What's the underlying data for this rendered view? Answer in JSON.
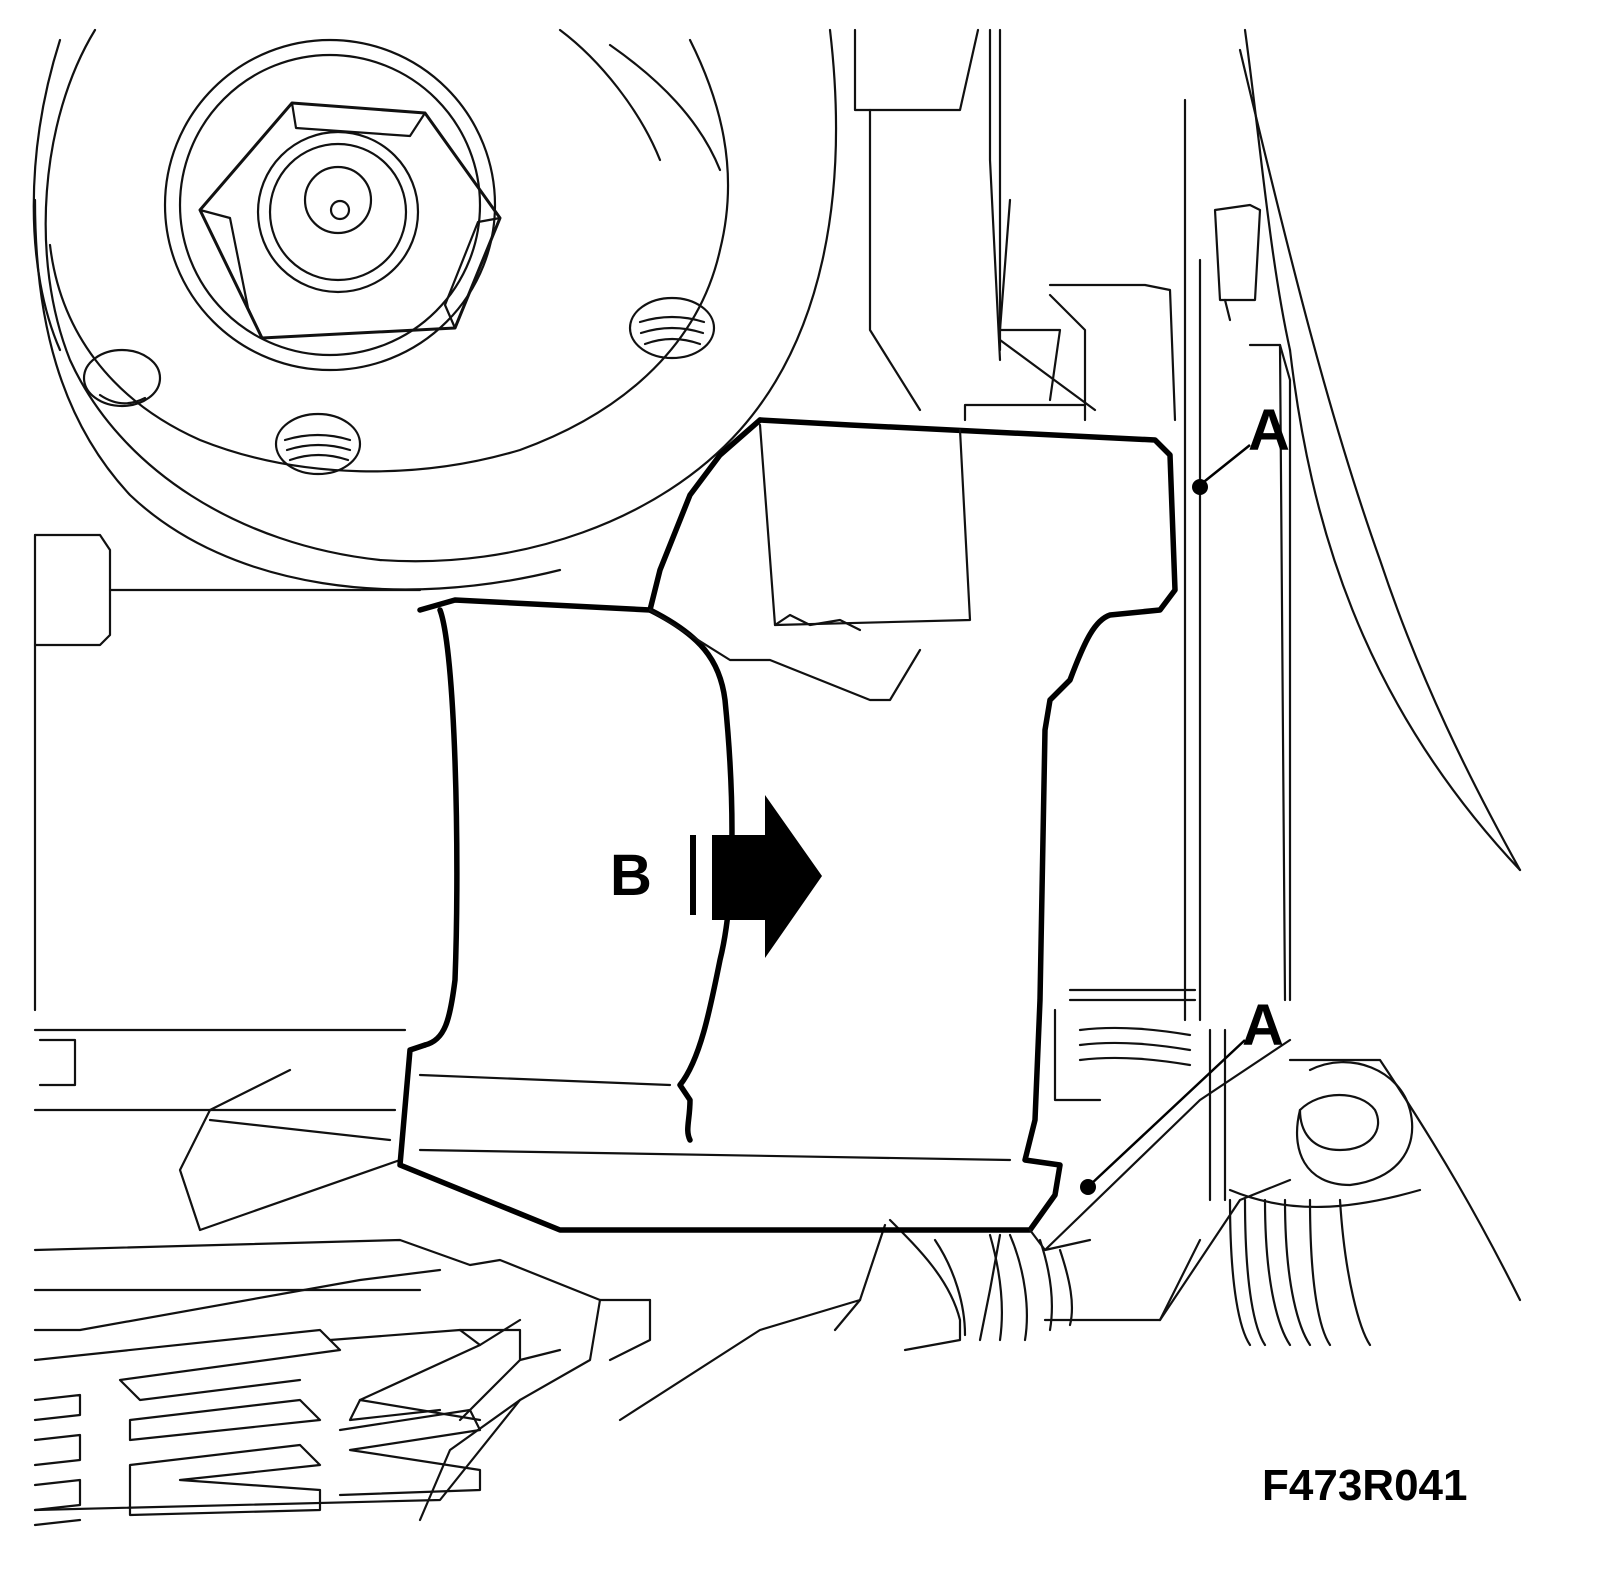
{
  "callouts": {
    "a_upper": "A",
    "a_lower": "A",
    "b": "B"
  },
  "figure_code": "F473R041"
}
